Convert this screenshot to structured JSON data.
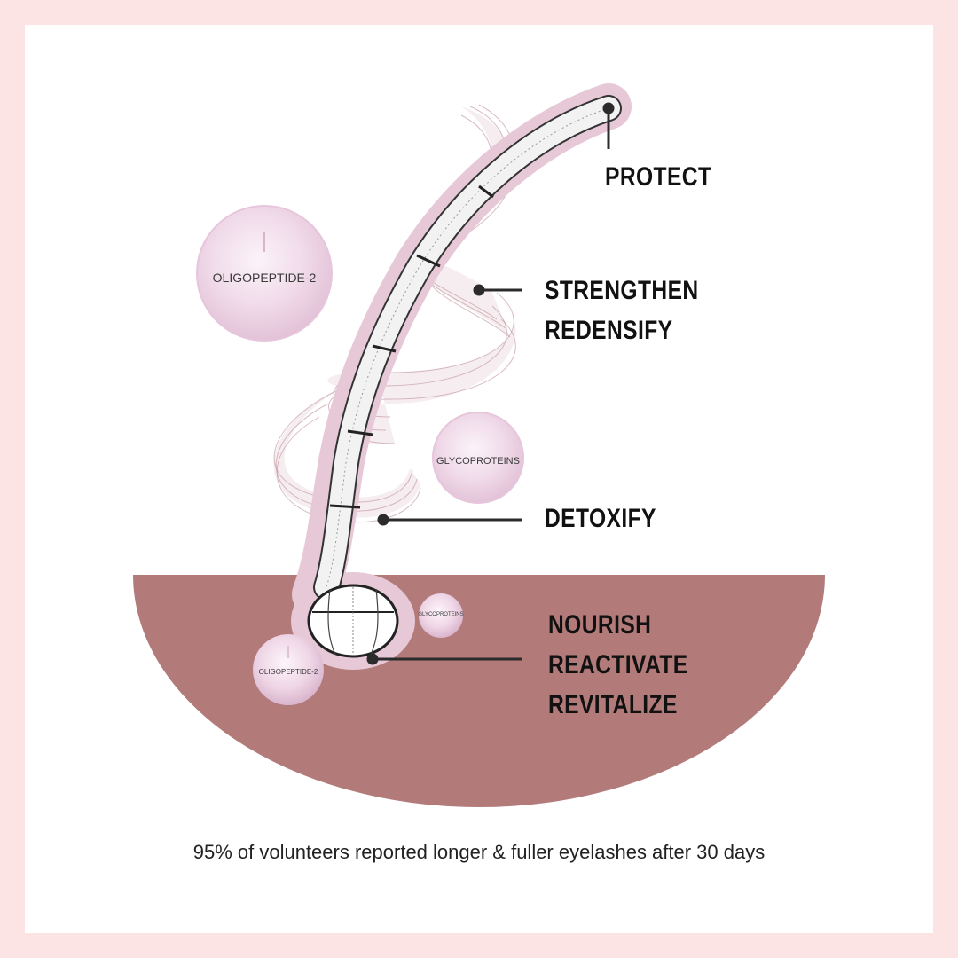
{
  "colors": {
    "outer_border": "#fce4e4",
    "panel": "#ffffff",
    "skin": "#b27b7a",
    "lash_sheath": "#e6c8d6",
    "bubble": "#ecd2e6",
    "ribbon": "#b8858f",
    "leader_line": "#2b2b2b"
  },
  "callouts": {
    "protect": "PROTECT",
    "strengthen": "STRENGTHEN",
    "redensify": "REDENSIFY",
    "detoxify": "DETOXIFY",
    "nourish": "NOURISH",
    "reactivate": "REACTIVATE",
    "revitalize": "REVITALIZE"
  },
  "ingredients": {
    "top_left": "OLIGOPEPTIDE-2",
    "mid_right": "GLYCOPROTEINS",
    "root_small": "GLYCOPROTEINS",
    "root_left": "OLIGOPEPTIDE-2"
  },
  "footer": {
    "claim": "95% of volunteers reported longer & fuller eyelashes after 30 days"
  }
}
